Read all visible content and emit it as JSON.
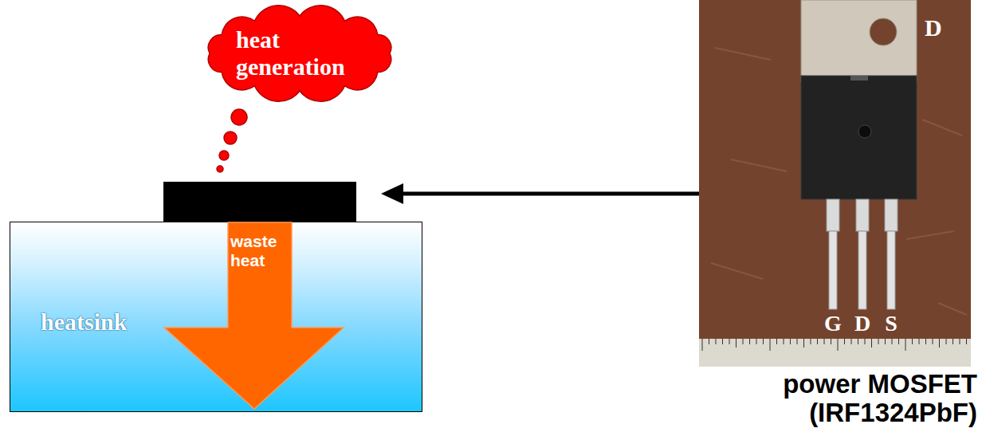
{
  "diagram": {
    "nodes": [
      {
        "text": [
          "heat generation"
        ]
      },
      {
        "text": [
          "heatsink"
        ]
      },
      {
        "text": [
          "waste heat"
        ],
        "in": 1
      },
      {
        "text": [
          "D",
          "G",
          "D",
          "S",
          "power MOSFET (IRF1324PbF)"
        ]
      }
    ]
  }
}
